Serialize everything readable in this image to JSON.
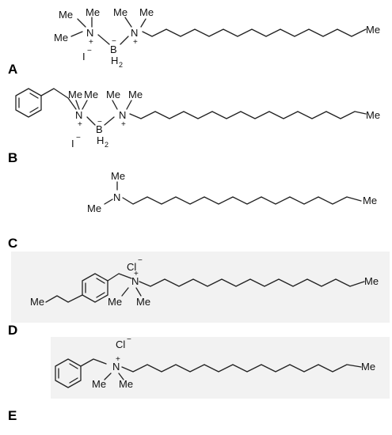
{
  "panels": [
    {
      "label": "A",
      "atoms": {
        "me1": "Me",
        "me2": "Me",
        "me3": "Me",
        "me4": "Me",
        "me5": "Me",
        "n1": "N",
        "n2": "N",
        "b": "B",
        "h": "H",
        "h_sub": "2",
        "plus1": "+",
        "plus2": "+",
        "minus": "−",
        "counter": "I",
        "counter_charge": "−"
      }
    },
    {
      "label": "B",
      "atoms": {
        "me1": "Me",
        "me2": "Me",
        "me3": "Me",
        "me5": "Me",
        "n1": "N",
        "n2": "N",
        "b": "B",
        "h": "H",
        "h_sub": "2",
        "plus1": "+",
        "plus2": "+",
        "minus": "−",
        "counter": "I",
        "counter_charge": "−"
      }
    },
    {
      "label": "C",
      "atoms": {
        "me1": "Me",
        "me2": "Me",
        "me5": "Me",
        "n1": "N"
      }
    },
    {
      "label": "D",
      "atoms": {
        "me0": "Me",
        "me1": "Me",
        "me2": "Me",
        "me5": "Me",
        "n1": "N",
        "plus1": "+",
        "counter": "Cl",
        "counter_charge": "−"
      }
    },
    {
      "label": "E",
      "atoms": {
        "me1": "Me",
        "me2": "Me",
        "me5": "Me",
        "n1": "N",
        "plus1": "+",
        "counter": "Cl",
        "counter_charge": "−"
      }
    }
  ]
}
